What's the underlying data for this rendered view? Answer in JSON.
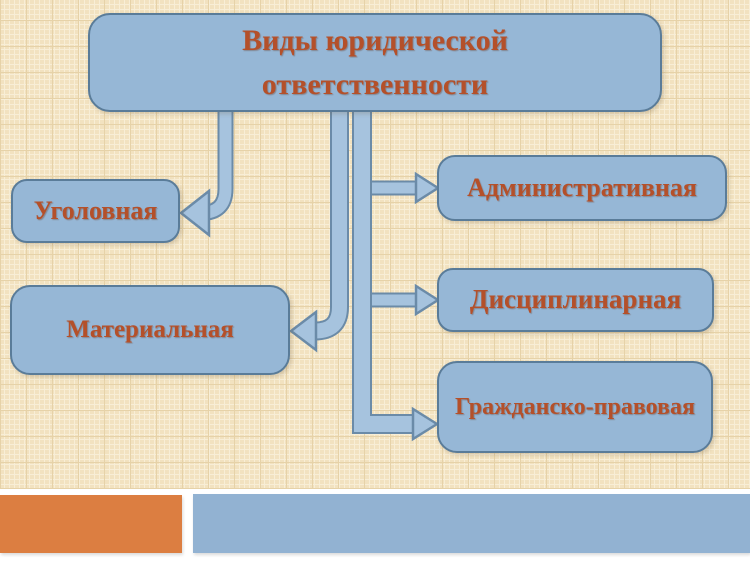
{
  "slide": {
    "title": "Виды юридической ответственности",
    "nodes": {
      "left": [
        {
          "label": "Уголовная"
        },
        {
          "label": "Материальная"
        }
      ],
      "right": [
        {
          "label": "Административная"
        },
        {
          "label": "Дисциплинарная"
        },
        {
          "label": "Гражданско-правовая"
        }
      ]
    }
  },
  "colors": {
    "page-bg": "#ffffff",
    "canvas-bg": "#f2e2c0",
    "grid-line": "#f8eed6",
    "grid-accent": "#e6d2a8",
    "node-fill": "#96b7d6",
    "node-border": "#5a7c99",
    "node-text": "#b4502a",
    "connector-fill": "#a6c3de",
    "connector-outline": "#6b8ba8",
    "footer-orange": "#dc7e41",
    "footer-blue": "#92b2d2"
  }
}
